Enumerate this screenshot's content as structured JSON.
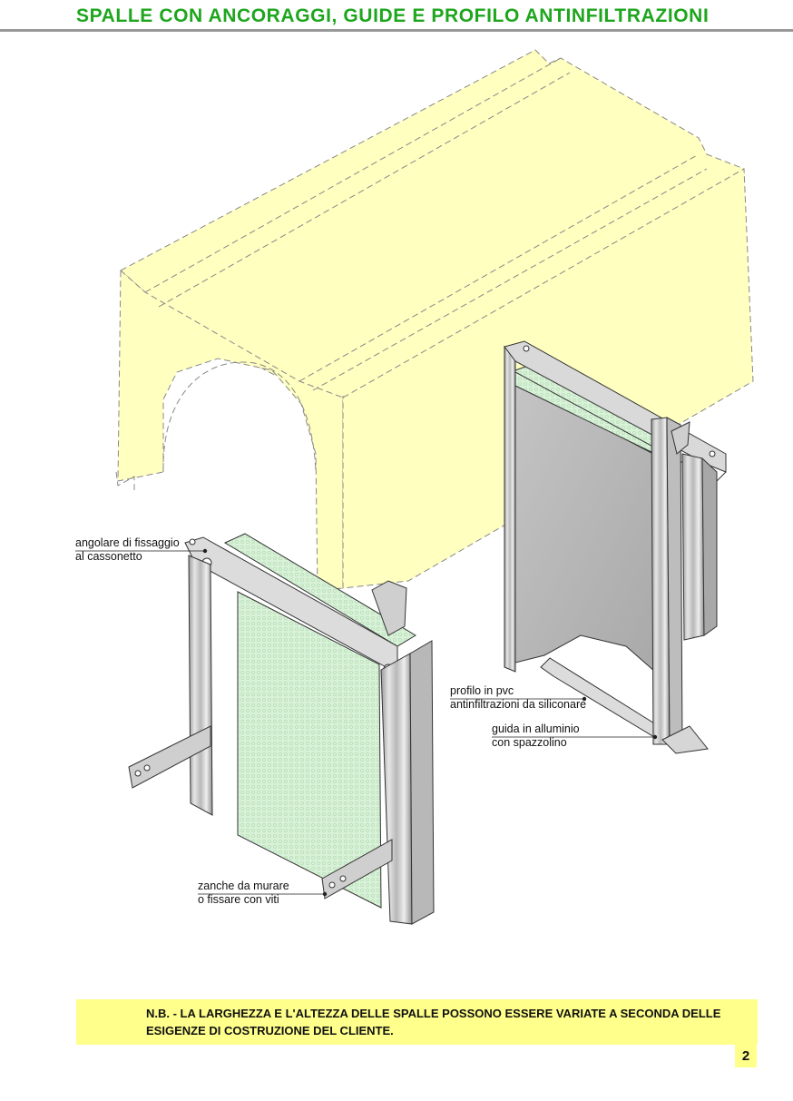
{
  "title": "SPALLE CON ANCORAGGI, GUIDE E PROFILO ANTINFILTRAZIONI",
  "labels": {
    "angolare_line1": "angolare di fissaggio",
    "angolare_line2": "al cassonetto",
    "profilo_line1": "profilo in pvc",
    "profilo_line2": "antinfiltrazioni da siliconare",
    "guida_line1": "guida in alluminio",
    "guida_line2": "con spazzolino",
    "zanche_line1": "zanche da murare",
    "zanche_line2": "o fissare con viti"
  },
  "note": {
    "text": "N.B. - LA LARGHEZZA E L'ALTEZZA DELLE SPALLE POSSONO ESSERE VARIATE A SECONDA DELLE ESIGENZE DI COSTRUZIONE DEL CLIENTE."
  },
  "page_number": "2",
  "colors": {
    "title_green": "#1ea61e",
    "box_fill": "#ffffc0",
    "note_fill": "#ffff8c",
    "metal": "#cfcfcf",
    "panel_green": "#d6f0d6",
    "panel_grey": "#b9b9b9"
  }
}
